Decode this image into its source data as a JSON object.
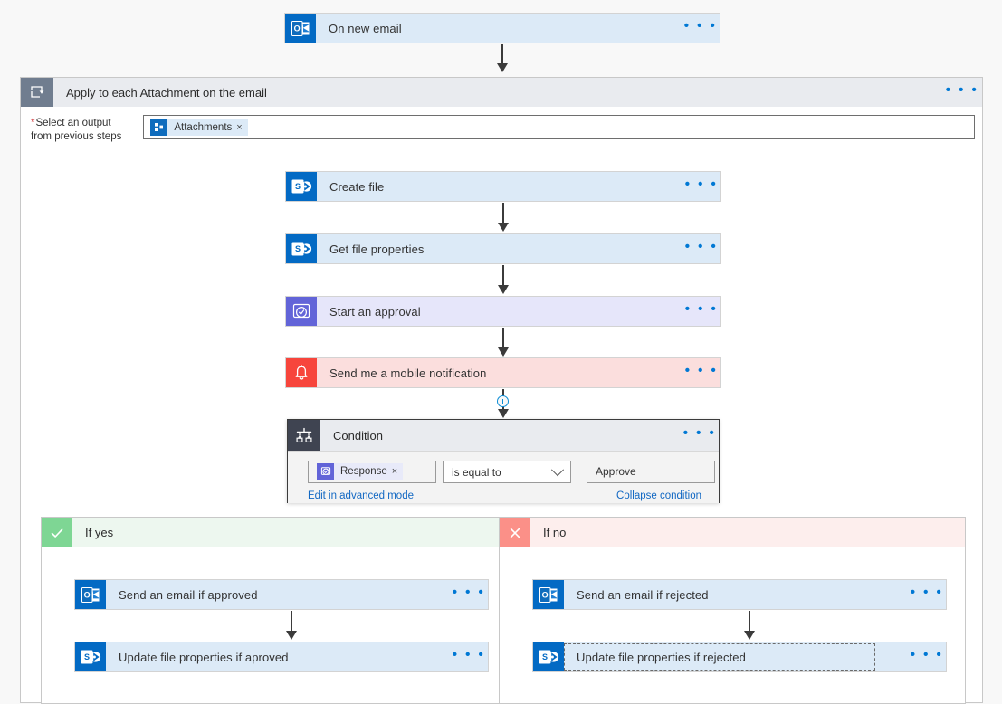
{
  "canvas": {
    "background": "#f8f8f8",
    "accent_blue": "#0078d4",
    "ellipsis_glyph": "• • •"
  },
  "trigger": {
    "title": "On new email",
    "icon": "outlook-icon",
    "menu": "• • •"
  },
  "foreach": {
    "title": "Apply to each Attachment on the email",
    "icon": "loop-icon",
    "menu": "• • •",
    "param": {
      "required_marker": "*",
      "label_line1": "Select an output",
      "label_line2": "from previous steps",
      "token": {
        "label": "Attachments",
        "remove": "×",
        "icon": "dynamic-content-icon"
      }
    },
    "actions": [
      {
        "title": "Create file",
        "icon": "sharepoint-icon",
        "style": "blue",
        "menu": "• • •"
      },
      {
        "title": "Get file properties",
        "icon": "sharepoint-icon",
        "style": "blue",
        "menu": "• • •"
      },
      {
        "title": "Start an approval",
        "icon": "approval-icon",
        "style": "purple",
        "menu": "• • •"
      },
      {
        "title": "Send me a mobile notification",
        "icon": "bell-icon",
        "style": "red",
        "menu": "• • •"
      }
    ]
  },
  "condition": {
    "title": "Condition",
    "icon": "condition-icon",
    "menu": "• • •",
    "left_operand": {
      "label": "Response",
      "remove": "×",
      "icon": "approval-token-icon"
    },
    "operator": {
      "value": "is equal to",
      "chevron": "chevron-down-icon"
    },
    "right_operand": {
      "value": "Approve"
    },
    "advanced_link": "Edit in advanced mode",
    "collapse_link": "Collapse condition"
  },
  "branches": [
    {
      "key": "yes",
      "label": "If yes",
      "icon": "check-icon",
      "actions": [
        {
          "title": "Send an email if approved",
          "icon": "outlook-icon",
          "style": "blue",
          "menu": "• • •",
          "focused": false
        },
        {
          "title": "Update file properties if aproved",
          "icon": "sharepoint-icon",
          "style": "blue",
          "menu": "• • •",
          "focused": false
        }
      ]
    },
    {
      "key": "no",
      "label": "If no",
      "icon": "cross-icon",
      "actions": [
        {
          "title": "Send an email if rejected",
          "icon": "outlook-icon",
          "style": "blue",
          "menu": "• • •",
          "focused": false
        },
        {
          "title": "Update file properties if rejected",
          "icon": "sharepoint-icon",
          "style": "blue",
          "menu": "• • •",
          "focused": true
        }
      ]
    }
  ]
}
